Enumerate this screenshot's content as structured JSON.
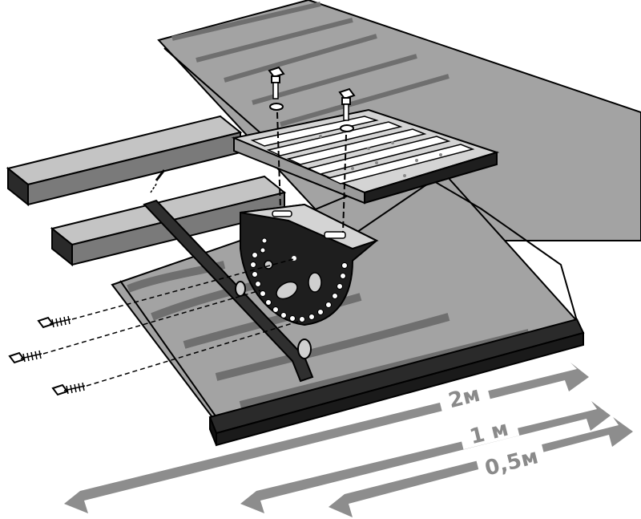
{
  "dimensions": {
    "long": "2м",
    "medium": "1 м",
    "short": "0,5м"
  },
  "colors": {
    "tile": "#a3a3a3",
    "tile_shadow": "#6f6f6f",
    "tile_light": "#c9c9c9",
    "batten": "#7a7a7a",
    "batten_dark": "#2a2a2a",
    "metal": "#1e1e1e",
    "step_light": "#d4d4d4",
    "arrow": "#8d8d8d",
    "outline": "#000000"
  }
}
